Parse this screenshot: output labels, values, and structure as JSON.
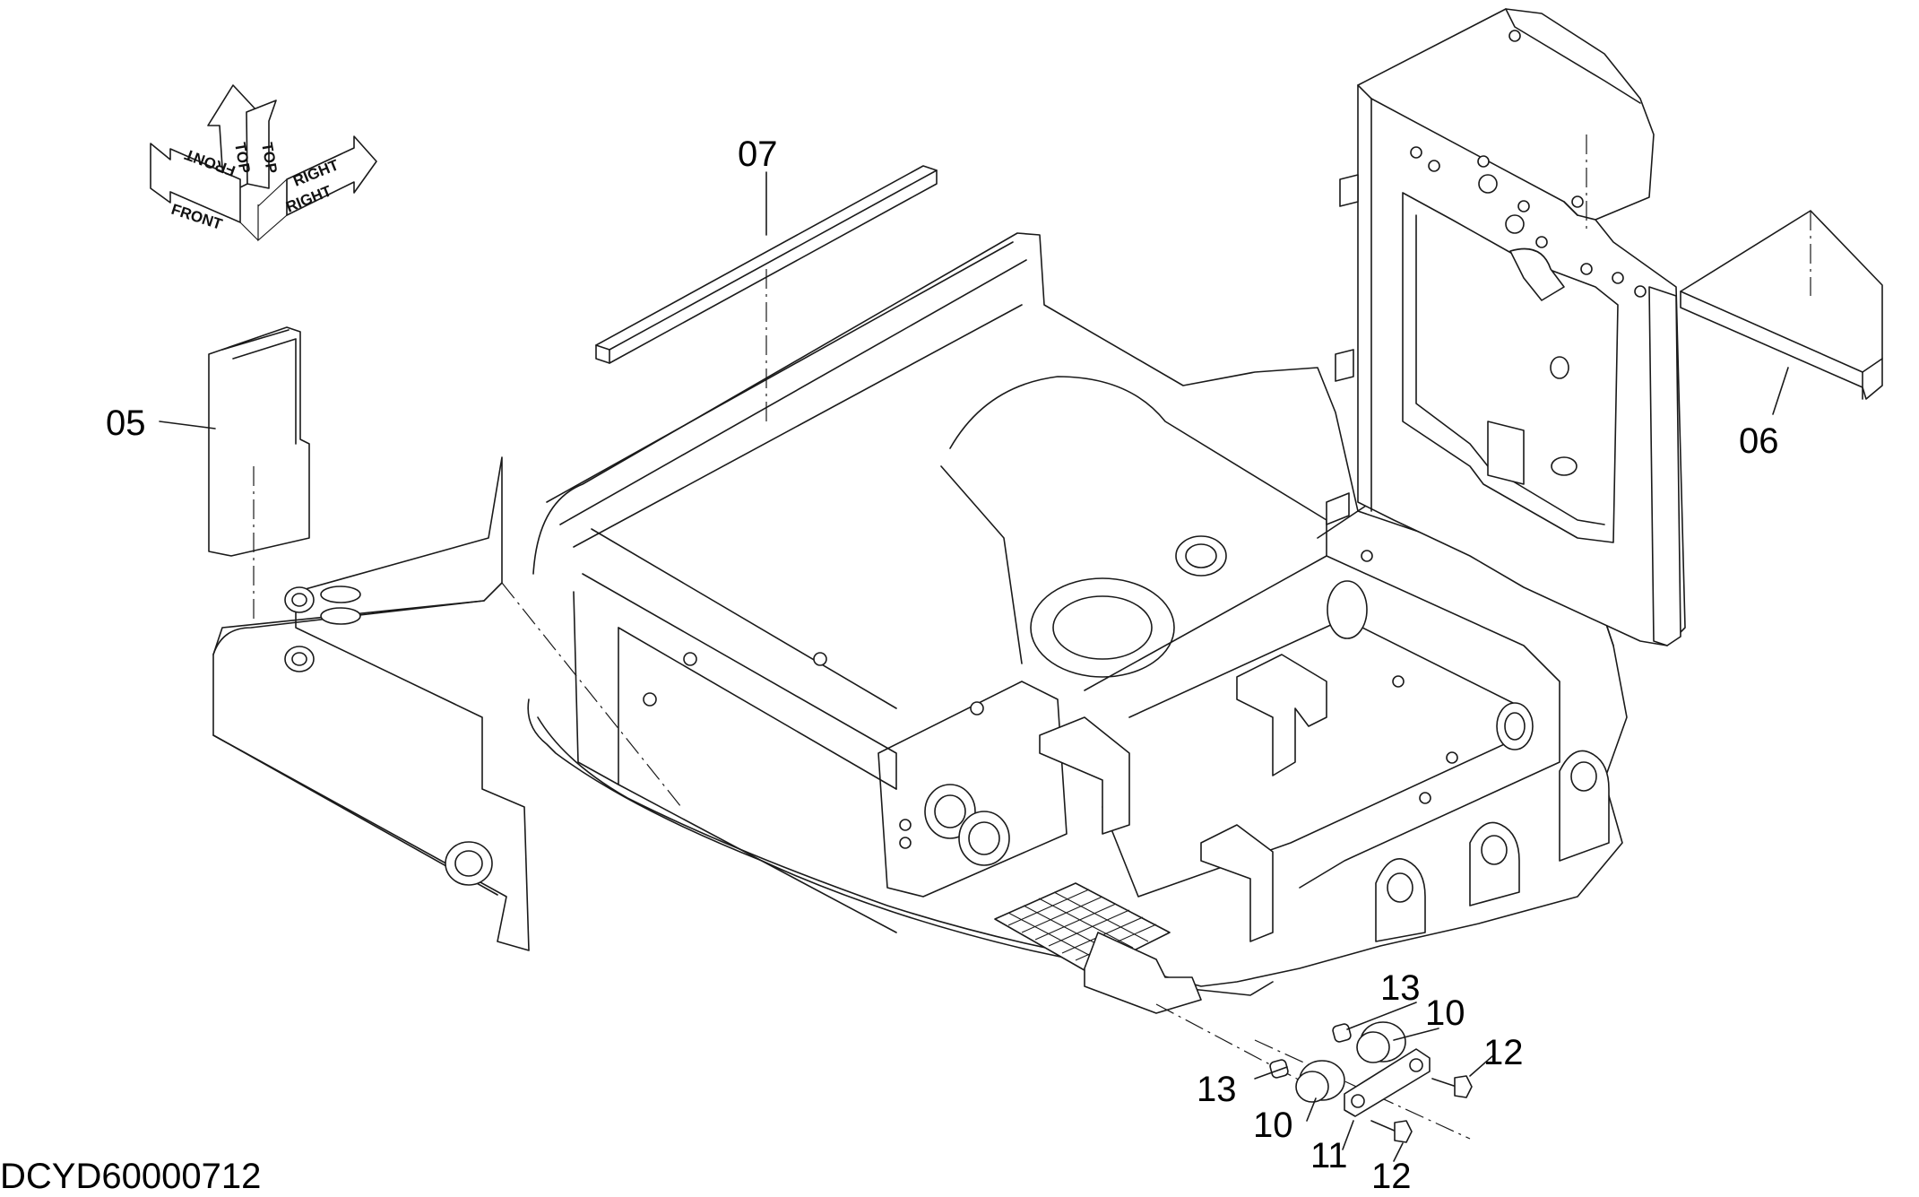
{
  "drawing_id": "DCYD60000712",
  "orientation_indicator": {
    "labels": [
      "FRONT",
      "TOP",
      "RIGHT"
    ],
    "mirrored_labels": [
      "FRONT",
      "TOP",
      "RIGHT"
    ]
  },
  "callouts": {
    "c05": "05",
    "c06": "06",
    "c07": "07",
    "c10a": "10",
    "c10b": "10",
    "c11": "11",
    "c12a": "12",
    "c12b": "12",
    "c13a": "13",
    "c13b": "13"
  },
  "colors": {
    "ink": "#1a1a1a",
    "background": "#ffffff"
  }
}
